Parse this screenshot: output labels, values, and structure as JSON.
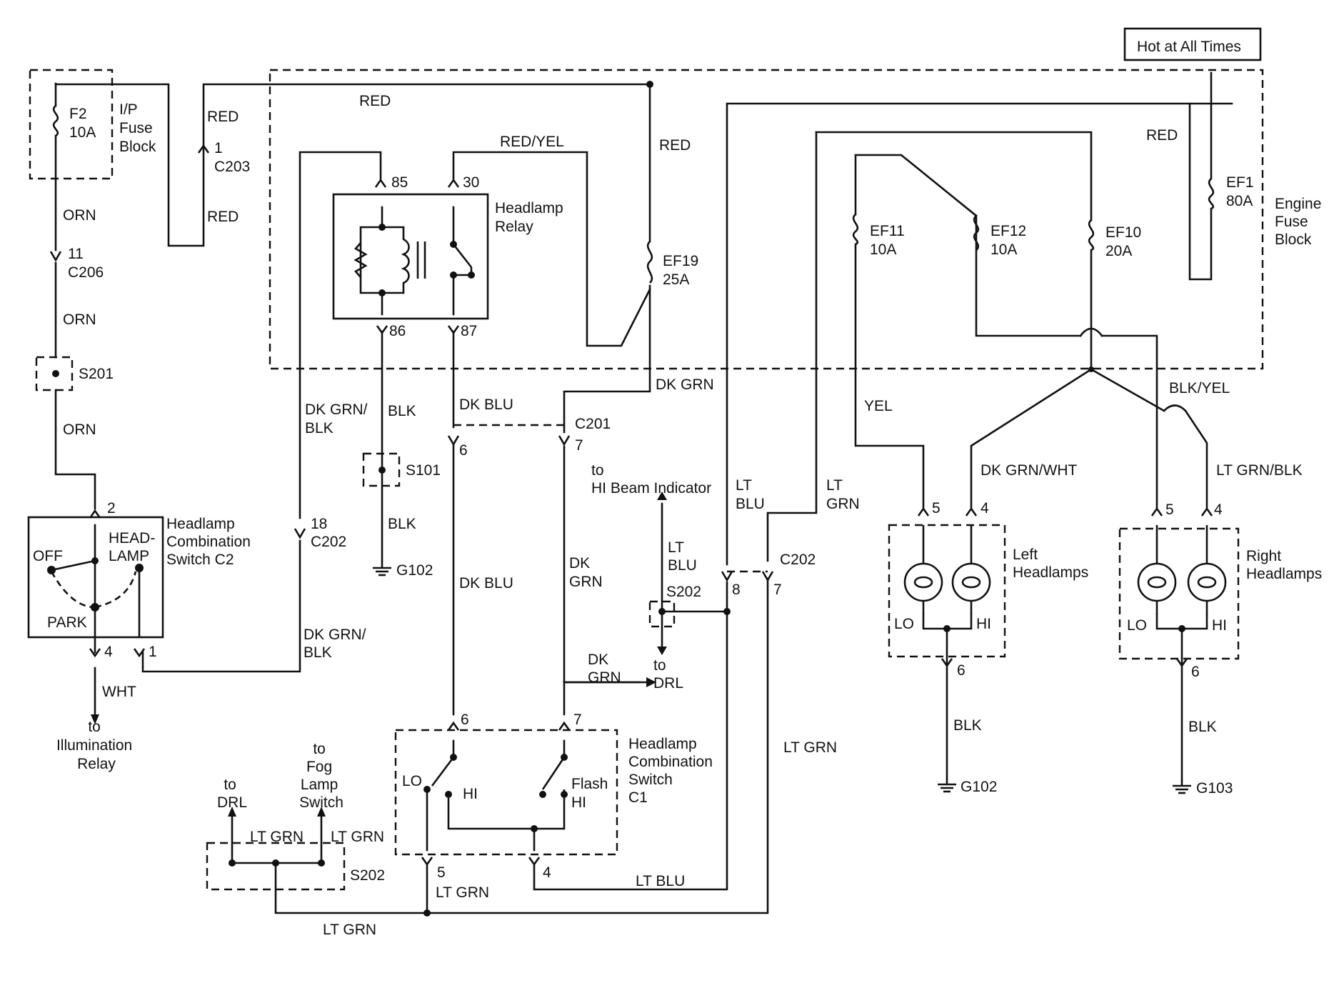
{
  "banner": "Hot at All Times",
  "blocks": {
    "ip_fuse_block": [
      "I/P",
      "Fuse",
      "Block"
    ],
    "engine_fuse_block": [
      "Engine",
      "Fuse",
      "Block"
    ],
    "headlamp_relay": [
      "Headlamp",
      "Relay"
    ],
    "switch_c2": [
      "Headlamp",
      "Combination",
      "Switch C2"
    ],
    "switch_c1": [
      "Headlamp",
      "Combination",
      "Switch",
      "C1"
    ],
    "left_headlamps": [
      "Left",
      "Headlamps"
    ],
    "right_headlamps": [
      "Right",
      "Headlamps"
    ]
  },
  "fuses": {
    "f2": [
      "F2",
      "10A"
    ],
    "ef1": [
      "EF1",
      "80A"
    ],
    "ef19": [
      "EF19",
      "25A"
    ],
    "ef11": [
      "EF11",
      "10A"
    ],
    "ef12": [
      "EF12",
      "10A"
    ],
    "ef10": [
      "EF10",
      "20A"
    ]
  },
  "connectors": {
    "c203_pin": "1",
    "c203": "C203",
    "c206_pin": "11",
    "c206": "C206",
    "s201": "S201",
    "relay_85": "85",
    "relay_30": "30",
    "relay_86": "86",
    "relay_87": "87",
    "s101": "S101",
    "c201": "C201",
    "c201_pin6": "6",
    "c201_pin7": "7",
    "c202_left_pin": "18",
    "c202_left": "C202",
    "c202_right": "C202",
    "c202_pin8": "8",
    "c202_pin7": "7",
    "s202_upper": "S202",
    "s202_lower": "S202",
    "sw_c2_pin2": "2",
    "sw_c2_pin4": "4",
    "sw_c2_pin1": "1",
    "sw_c1_pin6": "6",
    "sw_c1_pin7": "7",
    "sw_c1_pin5": "5",
    "sw_c1_pin4": "4",
    "left_pin5": "5",
    "left_pin4": "4",
    "left_pin6": "6",
    "right_pin5": "5",
    "right_pin4": "4",
    "right_pin6": "6"
  },
  "grounds": {
    "g102_left": "G102",
    "g102_right": "G102",
    "g103": "G103"
  },
  "wires": {
    "red_top": "RED",
    "red_c203_up": "RED",
    "red_c203_down": "RED",
    "red_ef19": "RED",
    "red_ef1": "RED",
    "red_yel": "RED/YEL",
    "orn_1": "ORN",
    "orn_2": "ORN",
    "orn_3": "ORN",
    "dk_grn_blk_1": [
      "DK GRN/",
      "BLK"
    ],
    "dk_grn_blk_2": [
      "DK GRN/",
      "BLK"
    ],
    "blk_relay": "BLK",
    "blk_s101": "BLK",
    "dk_blu_1": "DK BLU",
    "dk_blu_2": "DK BLU",
    "dk_grn_1": "DK GRN",
    "dk_grn_2": [
      "DK",
      "GRN"
    ],
    "dk_grn_3": [
      "DK",
      "GRN"
    ],
    "lt_blu_1": [
      "LT",
      "BLU"
    ],
    "lt_blu_2": [
      "LT",
      "BLU"
    ],
    "lt_blu_3": "LT BLU",
    "lt_grn_1": [
      "LT",
      "GRN"
    ],
    "lt_grn_2": "LT GRN",
    "lt_grn_3": "LT GRN",
    "lt_grn_4": "LT GRN",
    "lt_grn_5": "LT GRN",
    "lt_grn_6": "LT GRN",
    "yel": "YEL",
    "blk_yel": "BLK/YEL",
    "dk_grn_wht": "DK GRN/WHT",
    "lt_grn_blk": "LT GRN/BLK",
    "wht": "WHT",
    "blk_left": "BLK",
    "blk_right": "BLK"
  },
  "switch_positions": {
    "off": "OFF",
    "headlamp": [
      "HEAD-",
      "LAMP"
    ],
    "park": "PARK",
    "lo": "LO",
    "hi": "HI",
    "flash": "Flash",
    "flash_hi": "HI"
  },
  "lamp_labels": {
    "left_lo": "LO",
    "left_hi": "HI",
    "right_lo": "LO",
    "right_hi": "HI"
  },
  "destinations": {
    "hi_beam": [
      "to",
      "HI Beam Indicator"
    ],
    "drl_right": [
      "to",
      "DRL"
    ],
    "illumination": [
      "to",
      "Illumination",
      "Relay"
    ],
    "drl_left": [
      "to",
      "DRL"
    ],
    "fog": [
      "to",
      "Fog",
      "Lamp",
      "Switch"
    ]
  }
}
